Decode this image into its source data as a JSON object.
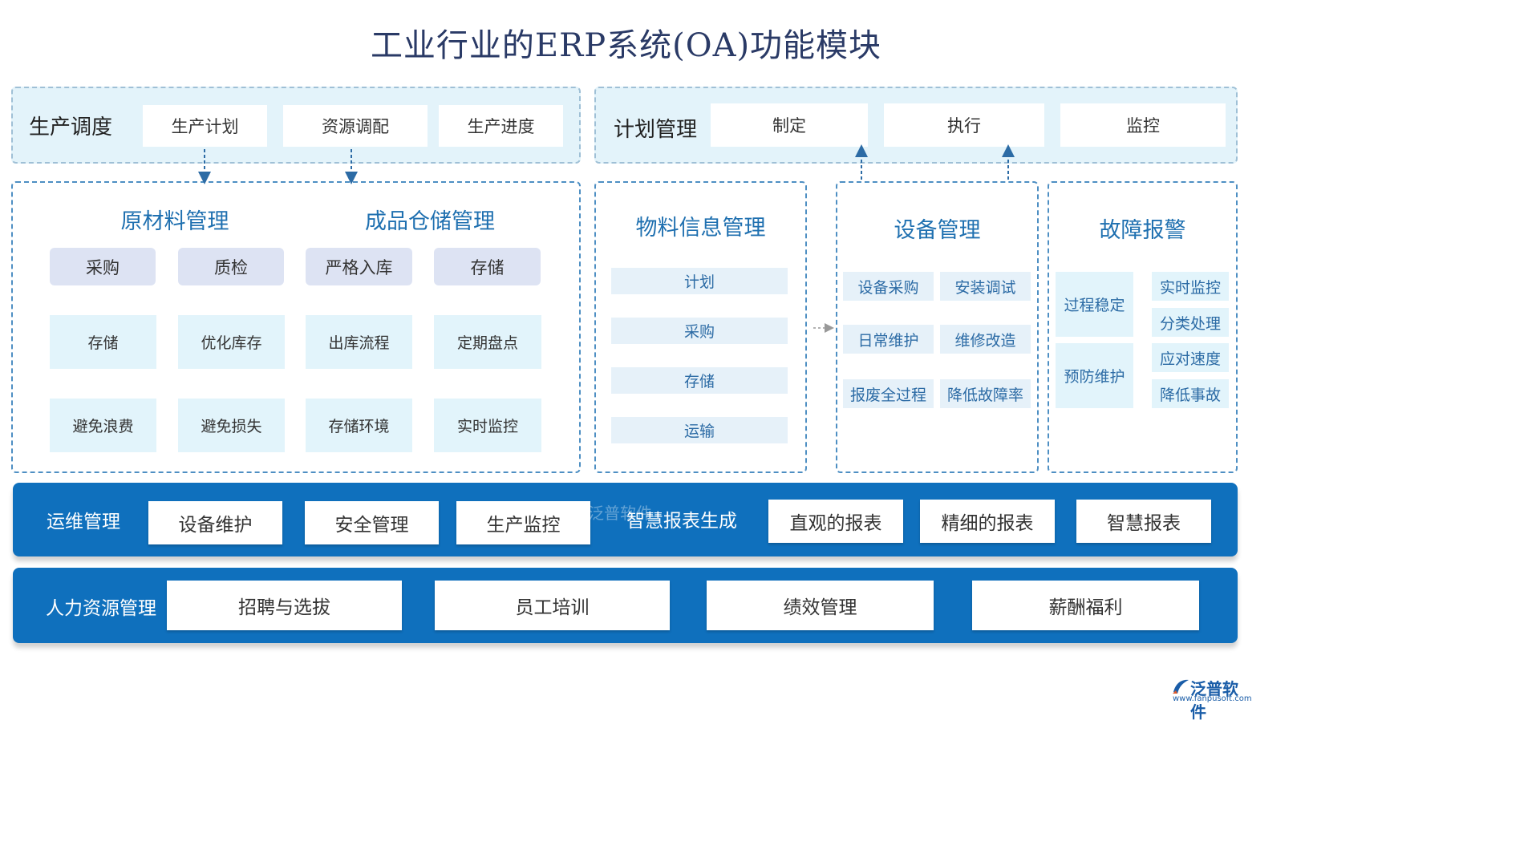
{
  "title": "工业行业的ERP系统(OA)功能模块",
  "production_schedule": {
    "label": "生产调度",
    "items": [
      "生产计划",
      "资源调配",
      "生产进度"
    ]
  },
  "plan_management": {
    "label": "计划管理",
    "items": [
      "制定",
      "执行",
      "监控"
    ]
  },
  "raw_material": {
    "title": "原材料管理",
    "headers": [
      "采购",
      "质检"
    ],
    "row1": [
      "存储",
      "优化库存"
    ],
    "row2": [
      "避免浪费",
      "避免损失"
    ]
  },
  "finished_goods": {
    "title": "成品仓储管理",
    "headers": [
      "严格入库",
      "存储"
    ],
    "row1": [
      "出库流程",
      "定期盘点"
    ],
    "row2": [
      "存储环境",
      "实时监控"
    ]
  },
  "material_info": {
    "title": "物料信息管理",
    "items": [
      "计划",
      "采购",
      "存储",
      "运输"
    ]
  },
  "equipment": {
    "title": "设备管理",
    "items": [
      "设备采购",
      "安装调试",
      "日常维护",
      "维修改造",
      "报废全过程",
      "降低故障率"
    ]
  },
  "fault_alarm": {
    "title": "故障报警",
    "left": [
      "过程稳定",
      "预防维护"
    ],
    "right": [
      "实时监控",
      "分类处理",
      "应对速度",
      "降低事故"
    ]
  },
  "ops": {
    "label": "运维管理",
    "items": [
      "设备维护",
      "安全管理",
      "生产监控"
    ],
    "report_label": "智慧报表生成",
    "reports": [
      "直观的报表",
      "精细的报表",
      "智慧报表"
    ]
  },
  "hr": {
    "label": "人力资源管理",
    "items": [
      "招聘与选拔",
      "员工培训",
      "绩效管理",
      "薪酬福利"
    ]
  },
  "logo": {
    "name": "泛普软件",
    "url": "www.fanpusoft.com",
    "watermark": "泛普软件"
  }
}
